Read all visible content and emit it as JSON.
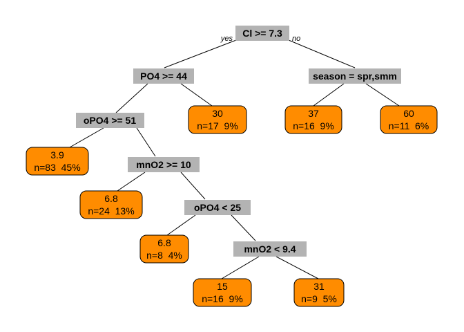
{
  "colors": {
    "split_fill": "#b3b3b3",
    "leaf_fill": "#ff8c00",
    "edge": "#000000"
  },
  "branch_labels": {
    "yes": "yes",
    "no": "no"
  },
  "nodes": [
    {
      "id": "root",
      "type": "split",
      "label": "Cl >= 7.3"
    },
    {
      "id": "n-po4",
      "type": "split",
      "label": "PO4 >= 44",
      "parent": "root"
    },
    {
      "id": "n-season",
      "type": "split",
      "label": "season = spr,smm",
      "parent": "root"
    },
    {
      "id": "n-opo4-51",
      "type": "split",
      "label": "oPO4 >= 51",
      "parent": "n-po4"
    },
    {
      "id": "leaf-30",
      "type": "leaf",
      "value": "30",
      "stats": "n=17  9%",
      "parent": "n-po4"
    },
    {
      "id": "leaf-37",
      "type": "leaf",
      "value": "37",
      "stats": "n=16  9%",
      "parent": "n-season"
    },
    {
      "id": "leaf-60",
      "type": "leaf",
      "value": "60",
      "stats": "n=11  6%",
      "parent": "n-season"
    },
    {
      "id": "leaf-3-9",
      "type": "leaf",
      "value": "3.9",
      "stats": "n=83  45%",
      "parent": "n-opo4-51"
    },
    {
      "id": "n-mno2-10",
      "type": "split",
      "label": "mnO2 >= 10",
      "parent": "n-opo4-51"
    },
    {
      "id": "leaf-6-8-a",
      "type": "leaf",
      "value": "6.8",
      "stats": "n=24  13%",
      "parent": "n-mno2-10"
    },
    {
      "id": "n-opo4-25",
      "type": "split",
      "label": "oPO4 < 25",
      "parent": "n-mno2-10"
    },
    {
      "id": "leaf-6-8-b",
      "type": "leaf",
      "value": "6.8",
      "stats": "n=8  4%",
      "parent": "n-opo4-25"
    },
    {
      "id": "n-mno2-9-4",
      "type": "split",
      "label": "mnO2 < 9.4",
      "parent": "n-opo4-25"
    },
    {
      "id": "leaf-15",
      "type": "leaf",
      "value": "15",
      "stats": "n=16  9%",
      "parent": "n-mno2-9-4"
    },
    {
      "id": "leaf-31",
      "type": "leaf",
      "value": "31",
      "stats": "n=9  5%",
      "parent": "n-mno2-9-4"
    }
  ]
}
